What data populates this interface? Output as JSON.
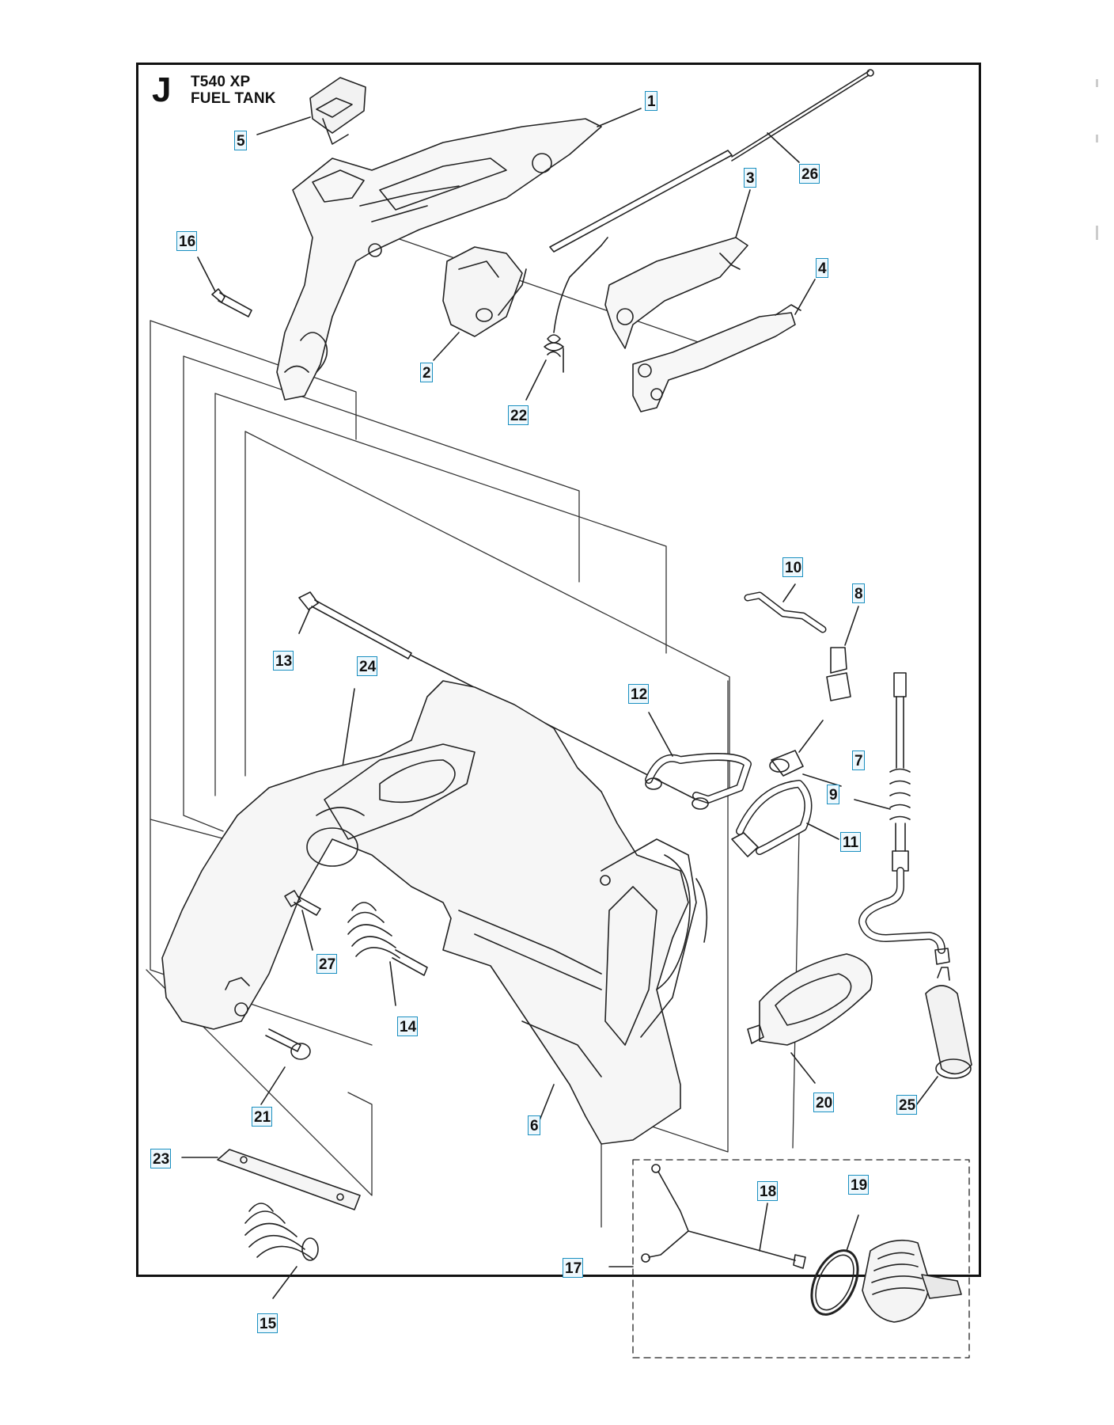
{
  "header": {
    "section_letter": "J",
    "model": "T540 XP",
    "assembly": "FUEL TANK"
  },
  "callouts": [
    "1",
    "2",
    "3",
    "4",
    "5",
    "6",
    "7",
    "8",
    "9",
    "10",
    "11",
    "12",
    "13",
    "14",
    "15",
    "16",
    "17",
    "18",
    "19",
    "20",
    "21",
    "22",
    "23",
    "24",
    "25",
    "26",
    "27"
  ],
  "colors": {
    "callout_border": "#1a8fc0",
    "callout_fill": "#eef8fd",
    "line_art": "#222222",
    "frame": "#111111"
  }
}
